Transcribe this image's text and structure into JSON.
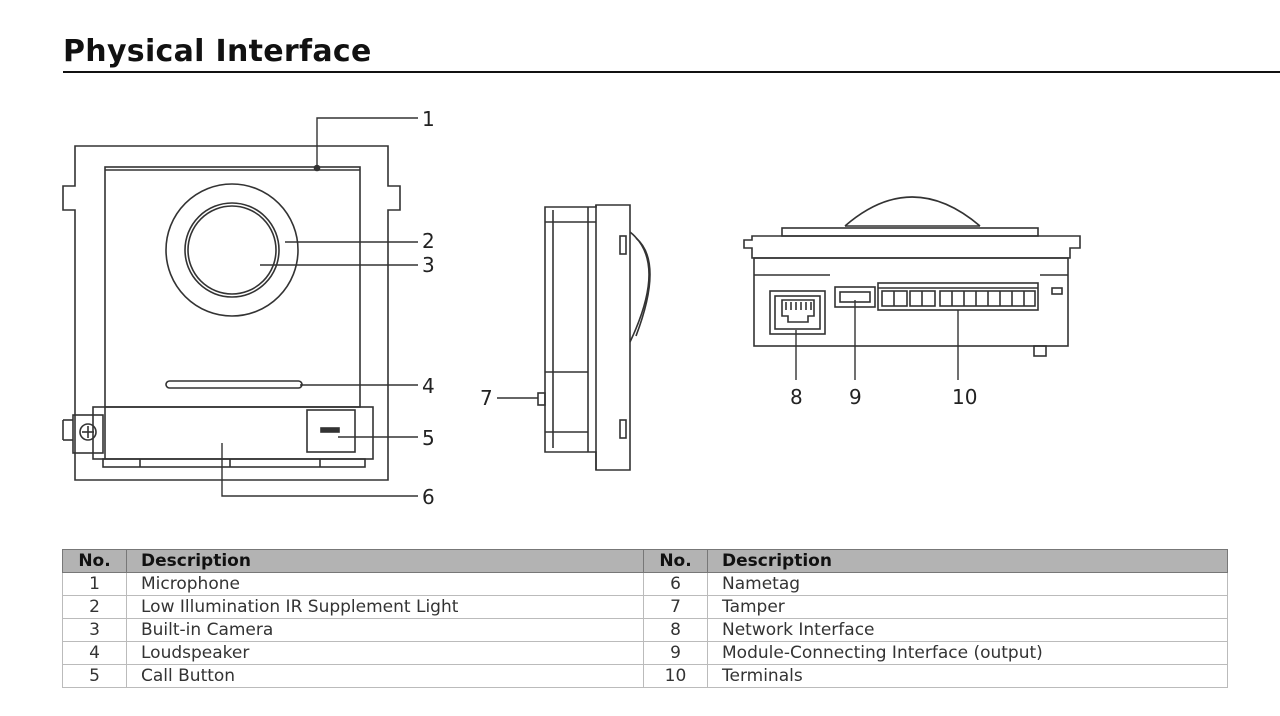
{
  "heading": "Physical Interface",
  "callouts": {
    "c1": "1",
    "c2": "2",
    "c3": "3",
    "c4": "4",
    "c5": "5",
    "c6": "6",
    "c7": "7",
    "c8": "8",
    "c9": "9",
    "c10": "10"
  },
  "table": {
    "headers": [
      "No.",
      "Description",
      "No.",
      "Description"
    ],
    "rows": [
      {
        "no_a": "1",
        "desc_a": "Microphone",
        "no_b": "6",
        "desc_b": "Nametag"
      },
      {
        "no_a": "2",
        "desc_a": "Low Illumination IR Supplement Light",
        "no_b": "7",
        "desc_b": "Tamper"
      },
      {
        "no_a": "3",
        "desc_a": "Built-in Camera",
        "no_b": "8",
        "desc_b": "Network Interface"
      },
      {
        "no_a": "4",
        "desc_a": "Loudspeaker",
        "no_b": "9",
        "desc_b": "Module-Connecting Interface (output)"
      },
      {
        "no_a": "5",
        "desc_a": "Call Button",
        "no_b": "10",
        "desc_b": "Terminals"
      }
    ]
  }
}
